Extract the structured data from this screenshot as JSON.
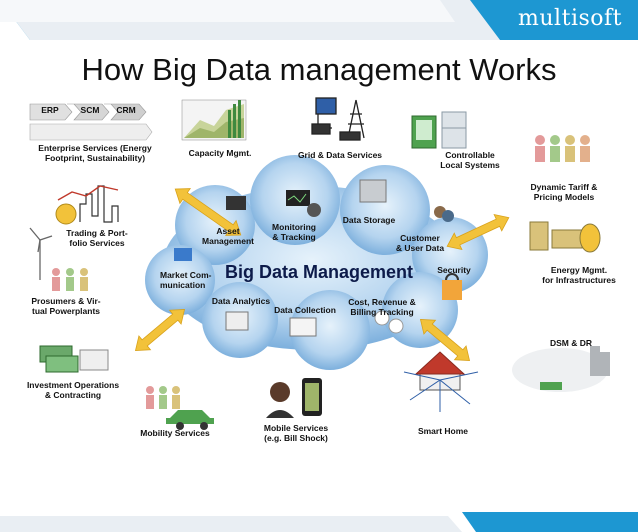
{
  "brand": "multisoft",
  "title": "How Big Data management Works",
  "center": "Big Data Management",
  "erp_tabs": [
    "ERP",
    "SCM",
    "CRM"
  ],
  "outer": {
    "enterprise": "Enterprise Services (Energy\nFootprint, Sustainability)",
    "capacity": "Capacity Mgmt.",
    "grid": "Grid & Data Services",
    "controllable": "Controllable\nLocal Systems",
    "tariff": "Dynamic Tariff &\nPricing Models",
    "trading": "Trading & Port-\nfolio Services",
    "energy": "Energy Mgmt.\nfor Infrastructures",
    "prosumers": "Prosumers & Vir-\ntual Powerplants",
    "dsm": "DSM & DR",
    "investment": "Investment Operations\n& Contracting",
    "mobility": "Mobility Services",
    "mobile": "Mobile Services\n(e.g. Bill Shock)",
    "smarthome": "Smart Home"
  },
  "cloud": {
    "asset": "Asset\nManagement",
    "monitoring": "Monitoring\n& Tracking",
    "storage": "Data Storage",
    "customer": "Customer\n& User Data",
    "market": "Market Com-\nmunication",
    "security": "Security",
    "analytics": "Data Analytics",
    "collection": "Data Collection",
    "billing": "Cost, Revenue &\nBilling Tracking"
  },
  "colors": {
    "banner": "#1d97d2",
    "cloud": "#7fb3df",
    "arrow": "#f2c23a",
    "title_center": "#0d1b4a"
  }
}
